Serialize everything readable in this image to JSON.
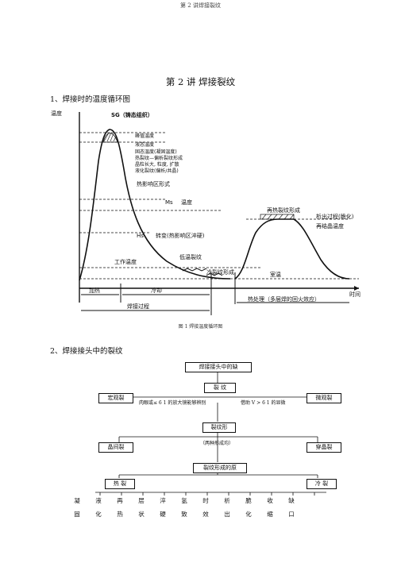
{
  "header": {
    "running_title": "第 2 讲焊接裂纹"
  },
  "title": "第 2 讲 焊接裂纹",
  "section1": {
    "heading": "1、焊接时的温度循环图"
  },
  "figure1": {
    "caption": "图 1    焊接温度循环图",
    "labels": {
      "y_axis": "温度",
      "sg": "SG（铸态组织）",
      "peak": "峰值温度",
      "solidus": "液态温度",
      "range1": "固态温度(凝固温度)",
      "range2": "热裂纹—偏析裂纹形成",
      "range3": "晶粒长大, 粒度, 扩散",
      "range4": "液化裂纹(偏析/共晶)",
      "haz": "热影响区形式",
      "ms": "Ms",
      "ms_temp": "温度",
      "hs": "Hs",
      "transform": "转变(热影响区淬硬)",
      "work_temp": "工作温度",
      "low_crack": "低温裂纹",
      "delayed": "冷裂纹形成",
      "room": "室温",
      "reheat_crack": "再热裂纹形成",
      "precip": "析出过程(脆化)",
      "recryst": "再结晶温度",
      "time": "时间",
      "heating": "加热",
      "cooling": "冷却",
      "welding": "焊接过程",
      "pwht": "热处理（多层焊的回火效应）"
    }
  },
  "section2": {
    "heading": "2、焊接接头中的裂纹"
  },
  "tree": {
    "root": "焊接接头中的缺",
    "crack": "裂  纹",
    "macro": "宏观裂",
    "micro": "微观裂",
    "macro_note": "肉眼或≤ 6 1 的放大镜能够辨别",
    "micro_note": "借助 V > 6 1   的显微",
    "form": "裂纹形",
    "two_forms": "（两种形成均）",
    "intergranular": "晶间裂",
    "transgranular": "穿晶裂",
    "cause": "裂纹形成的原",
    "hot": "热  裂",
    "cold": "冷  裂",
    "causes_top": [
      "凝",
      "液",
      "再",
      "层",
      "淬",
      "氢",
      "时",
      "析",
      "脆",
      "收",
      "缺"
    ],
    "causes_bottom": [
      "固",
      "化",
      "热",
      "状",
      "硬",
      "致",
      "效",
      "出",
      "化",
      "缩",
      "口"
    ]
  }
}
